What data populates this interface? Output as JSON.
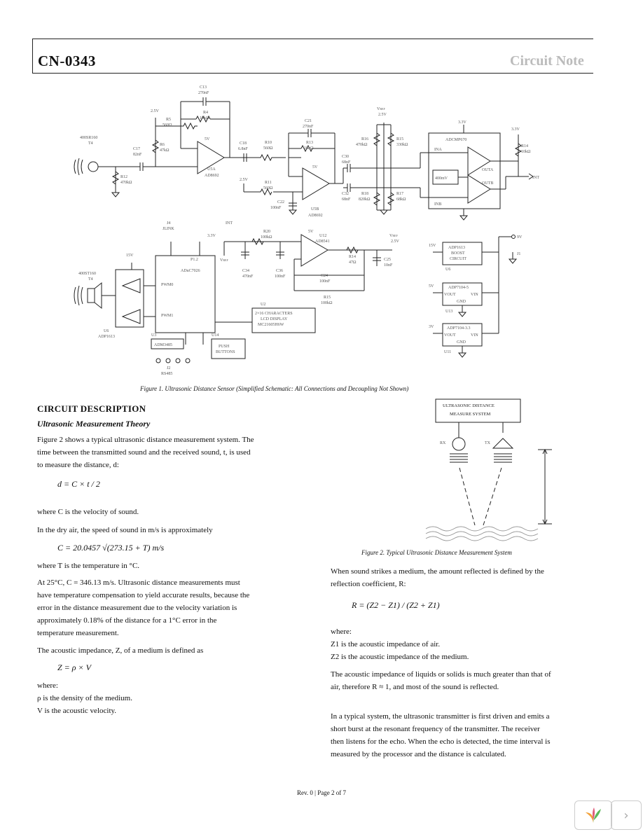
{
  "header": {
    "doc_id": "CN-0343",
    "doc_type": "Circuit Note"
  },
  "figure1": {
    "caption": "Figure 1. Ultrasonic Distance Sensor (Simplified Schematic: All Connections and Decoupling Not Shown)"
  },
  "figure2": {
    "caption": "Figure 2. Typical Ultrasonic Distance Measurement System"
  },
  "section": {
    "heading": "CIRCUIT DESCRIPTION",
    "subheading": "Ultrasonic Measurement Theory"
  },
  "left": {
    "p1": "Figure 2 shows a typical ultrasonic distance measurement system. The time between the transmitted sound and the received sound, t, is used to measure the distance, d:",
    "eq1": "d = C × t / 2",
    "p2": "where C is the velocity of sound.",
    "p3": "In the dry air, the speed of sound in m/s is approximately",
    "eq2": "C = 20.0457 √(273.15 + T) m/s",
    "p4": "where T is the temperature in °C.",
    "p5": "At 25°C, C = 346.13 m/s. Ultrasonic distance measurements must have temperature compensation to yield accurate results, because the error in the distance measurement due to the velocity variation is approximately 0.18% of the distance for a 1°C error in the temperature measurement.",
    "p6": "The acoustic impedance, Z, of a medium is defined as",
    "eq3": "Z = ρ × V",
    "p7": "where:",
    "p8": "ρ is the density of the medium.",
    "p9": "V is the acoustic velocity."
  },
  "right": {
    "p1": "When sound strikes a medium, the amount reflected is defined by the reflection coefficient, R:",
    "eq1": "R = (Z2 − Z1) / (Z2 + Z1)",
    "p2": "where:",
    "p3": "Z1 is the acoustic impedance of air.",
    "p4": "Z2 is the acoustic impedance of the medium.",
    "p5": "The acoustic impedance of liquids or solids is much greater than that of air, therefore R ≈ 1, and most of the sound is reflected.",
    "p6": "In a typical system, the ultrasonic transmitter is first driven and emits a short burst at the resonant frequency of the transmitter. The receiver then listens for the echo. When the echo is detected, the time interval is measured by the processor and the distance is calculated."
  },
  "fig2_labels": {
    "box1": "ULTRASONIC DISTANCE",
    "box2": "MEASURE SYSTEM",
    "rx": "RX",
    "tx": "TX"
  },
  "footer": "Rev. 0 | Page 2 of 7"
}
